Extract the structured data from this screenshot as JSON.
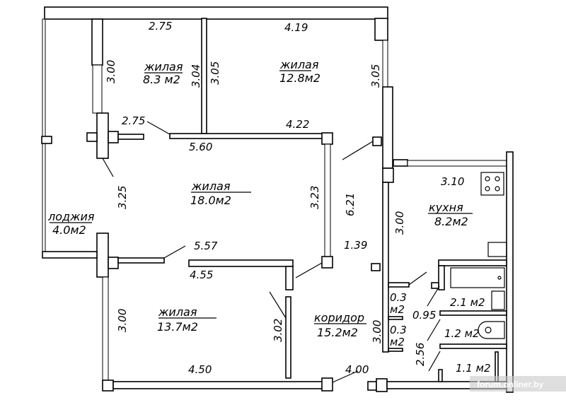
{
  "rooms": {
    "bedroom_small": {
      "name": "жилая",
      "area": "8.3 м2"
    },
    "bedroom_large": {
      "name": "жилая",
      "area": "12.8м2"
    },
    "living": {
      "name": "жилая",
      "area": "18.0м2"
    },
    "bedroom_lower": {
      "name": "жилая",
      "area": "13.7м2"
    },
    "loggia": {
      "name": "лоджия",
      "area": "4.0м2"
    },
    "kitchen": {
      "name": "кухня",
      "area": "8.2м2"
    },
    "corridor": {
      "name": "коридор",
      "area": "15.2м2"
    },
    "bathroom": {
      "area": "2.1 м2"
    },
    "toilet": {
      "area": "1.2 м2"
    },
    "utility": {
      "area": "1.1 м2"
    },
    "closet1": {
      "line1": "0.3",
      "line2": "м2"
    },
    "closet2": {
      "line1": "0.3",
      "line2": "м2"
    }
  },
  "dimensions": {
    "d1": "2.75",
    "d2": "4.19",
    "d3": "3.00",
    "d4": "3.04",
    "d5": "3.05",
    "d6": "3.05",
    "d7": "2.75",
    "d8": "4.22",
    "d9": "5.60",
    "d10": "3.25",
    "d11": "3.23",
    "d12": "6.21",
    "d13": "3.10",
    "d14": "3.00",
    "d15": "5.57",
    "d16": "1.39",
    "d17": "4.55",
    "d18": "3.00",
    "d19": "3.02",
    "d20": "3.00",
    "d21": "0.95",
    "d22": "2.56",
    "d23": "4.50",
    "d24": "4.00"
  },
  "watermark": "forum.onliner.by"
}
